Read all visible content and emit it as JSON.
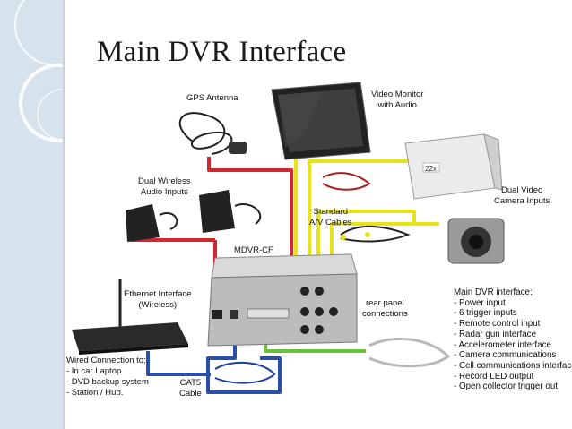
{
  "slide": {
    "title": "Main DVR Interface"
  },
  "labels": {
    "gps_antenna": "GPS Antenna",
    "video_monitor": [
      "Video Monitor",
      "with Audio"
    ],
    "dual_wireless_audio": [
      "Dual Wireless",
      "Audio Inputs"
    ],
    "standard_av_cables": [
      "Standard",
      "A/V Cables"
    ],
    "dual_video_camera": [
      "Dual Video",
      "Camera Inputs"
    ],
    "mdvr": "MDVR-CF",
    "ethernet_interface": [
      "Ethernet Interface",
      "(Wireless)"
    ],
    "rear_panel": [
      "rear panel",
      "connections"
    ],
    "cat5_cable": [
      "CAT5",
      "Cable"
    ],
    "camera_zoom_badge": "22x"
  },
  "wired_connection": {
    "heading": "Wired Connection to:",
    "items": [
      "- In car Laptop",
      "- DVD backup system",
      "- Station / Hub."
    ]
  },
  "main_dvr_interface": {
    "heading": "Main DVR interface:",
    "items": [
      "- Power input",
      "- 6 trigger inputs",
      "- Remote control input",
      "- Radar gun interface",
      "- Accelerometer interface",
      "- Camera communications",
      "- Cell communications interface",
      "- Record LED output",
      "- Open collector trigger out"
    ]
  },
  "colors": {
    "sidebar": "#d7e3ec",
    "red_wire": "#d42630",
    "yellow_wire": "#e8e21a",
    "blue_wire": "#2b4fa8",
    "green_wire": "#6bbf3a",
    "grey_wire": "#b8b8b8"
  }
}
